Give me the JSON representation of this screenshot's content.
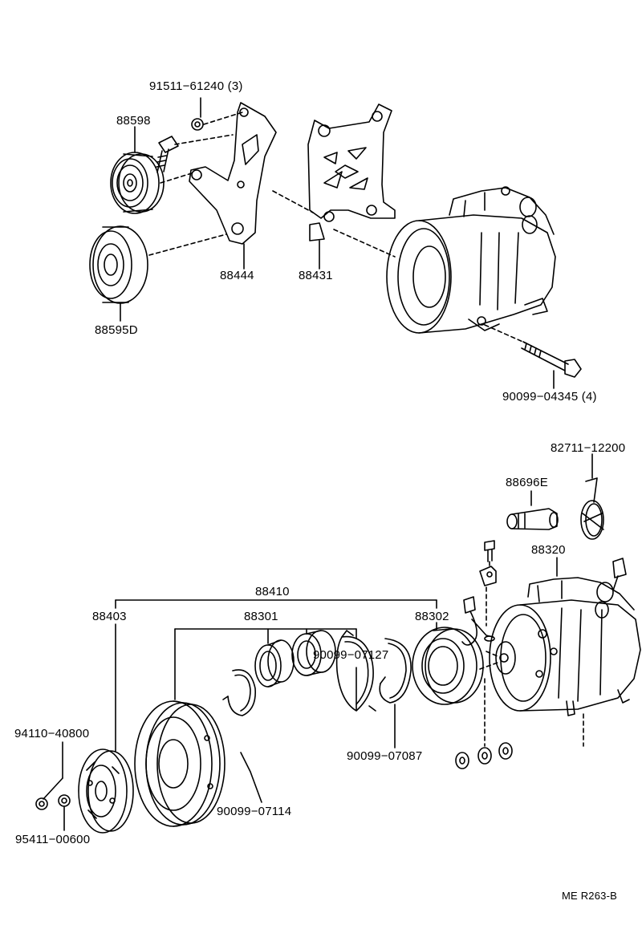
{
  "colors": {
    "ink": "#000000",
    "paper": "#ffffff"
  },
  "labels": {
    "p91511": "91511−61240 (3)",
    "p88598": "88598",
    "p88595d": "88595D",
    "p88444": "88444",
    "p88431": "88431",
    "p90099_04345": "90099−04345 (4)",
    "p82711": "82711−12200",
    "p88696e": "88696E",
    "p88320": "88320",
    "p88410": "88410",
    "p88403": "88403",
    "p88301": "88301",
    "p88302": "88302",
    "p90099_07127": "90099−07127",
    "p94110": "94110−40800",
    "p90099_07087": "90099−07087",
    "p90099_07114": "90099−07114",
    "p95411": "95411−00600"
  },
  "footer": {
    "code": "ME R263-B"
  }
}
